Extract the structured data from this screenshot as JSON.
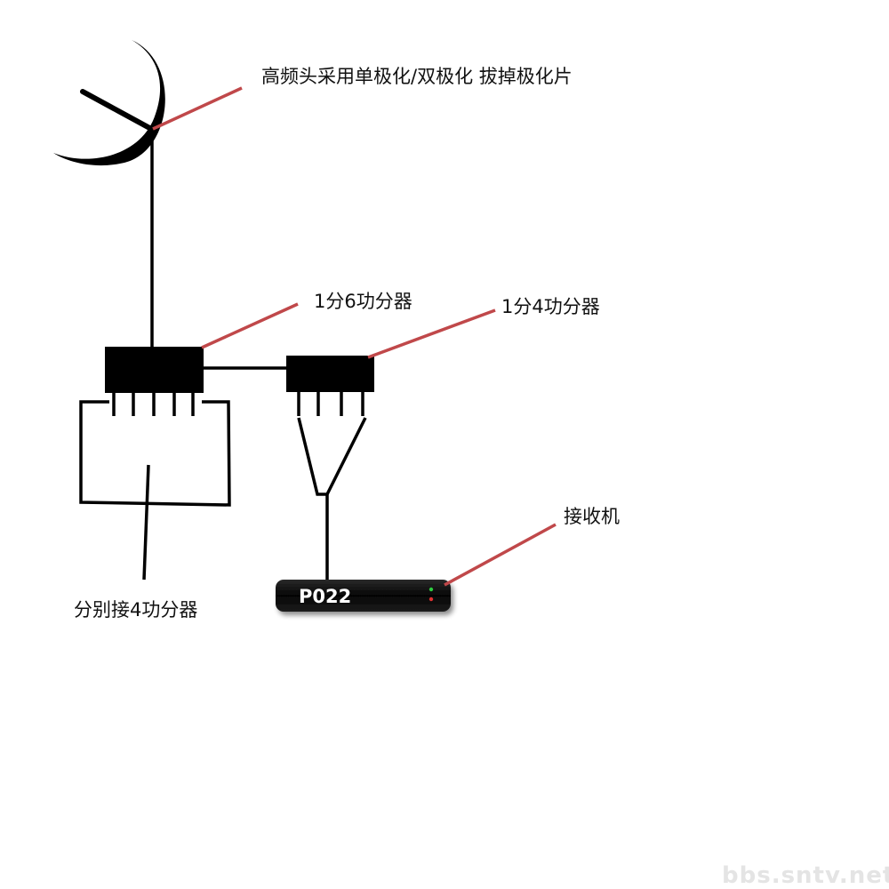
{
  "labels": {
    "lnb": "高频头采用单极化/双极化 拔掉极化片",
    "splitter6": "1分6功分器",
    "splitter4": "1分4功分器",
    "receiver": "接收机",
    "branches": "分别接4功分器"
  },
  "receiver": {
    "model": "P022"
  },
  "watermark": "bbs.sntv.net",
  "colors": {
    "leader": "#c0484a",
    "wire": "#000000",
    "device": "#000000",
    "led_green": "#2ecc40",
    "led_red": "#e03030"
  }
}
